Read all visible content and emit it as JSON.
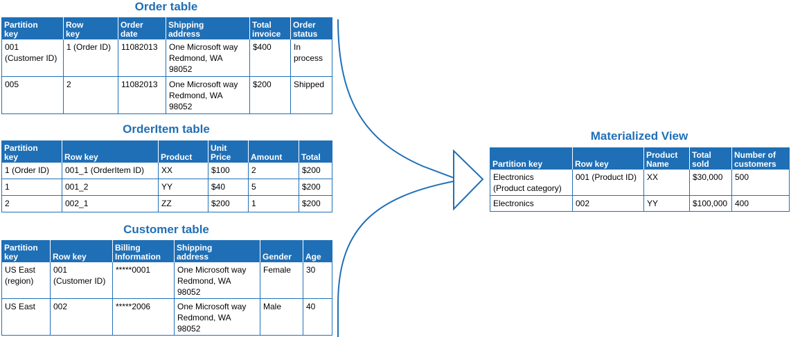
{
  "order_table": {
    "title": "Order table",
    "headers": [
      "Partition\nkey",
      "Row\nkey",
      "Order\ndate",
      "Shipping\naddress",
      "Total\ninvoice",
      "Order\nstatus"
    ],
    "rows": [
      [
        "001\n(Customer ID)",
        "1 (Order ID)",
        "11082013",
        "One Microsoft way\nRedmond, WA\n98052",
        "$400",
        "In\nprocess"
      ],
      [
        "005",
        "2",
        "11082013",
        "One Microsoft way\nRedmond, WA\n98052",
        "$200",
        "Shipped"
      ]
    ]
  },
  "orderitem_table": {
    "title": "OrderItem table",
    "headers": [
      "Partition\nkey",
      "Row key",
      "Product",
      "Unit\nPrice",
      "Amount",
      "Total"
    ],
    "rows": [
      [
        "1 (Order ID)",
        "001_1 (OrderItem ID)",
        "XX",
        "$100",
        "2",
        "$200"
      ],
      [
        "1",
        "001_2",
        "YY",
        "$40",
        "5",
        "$200"
      ],
      [
        "2",
        "002_1",
        "ZZ",
        "$200",
        "1",
        "$200"
      ]
    ]
  },
  "customer_table": {
    "title": "Customer table",
    "headers": [
      "Partition\nkey",
      "Row key",
      "Billing\nInformation",
      "Shipping\naddress",
      "Gender",
      "Age"
    ],
    "rows": [
      [
        "US East\n(region)",
        "001\n(Customer ID)",
        "*****0001",
        "One Microsoft way\nRedmond, WA\n98052",
        "Female",
        "30"
      ],
      [
        "US East",
        "002",
        "*****2006",
        "One Microsoft way\nRedmond, WA\n98052",
        "Male",
        "40"
      ]
    ]
  },
  "materialized_view": {
    "title": "Materialized View",
    "headers": [
      "Partition key",
      "Row key",
      "Product\nName",
      "Total\nsold",
      "Number of\ncustomers"
    ],
    "rows": [
      [
        "Electronics\n(Product category)",
        "001 (Product ID)",
        "XX",
        "$30,000",
        "500"
      ],
      [
        "Electronics",
        "002",
        "YY",
        "$100,000",
        "400"
      ]
    ]
  },
  "colors": {
    "accent": "#1f6fb6",
    "header_text": "#ffffff"
  }
}
